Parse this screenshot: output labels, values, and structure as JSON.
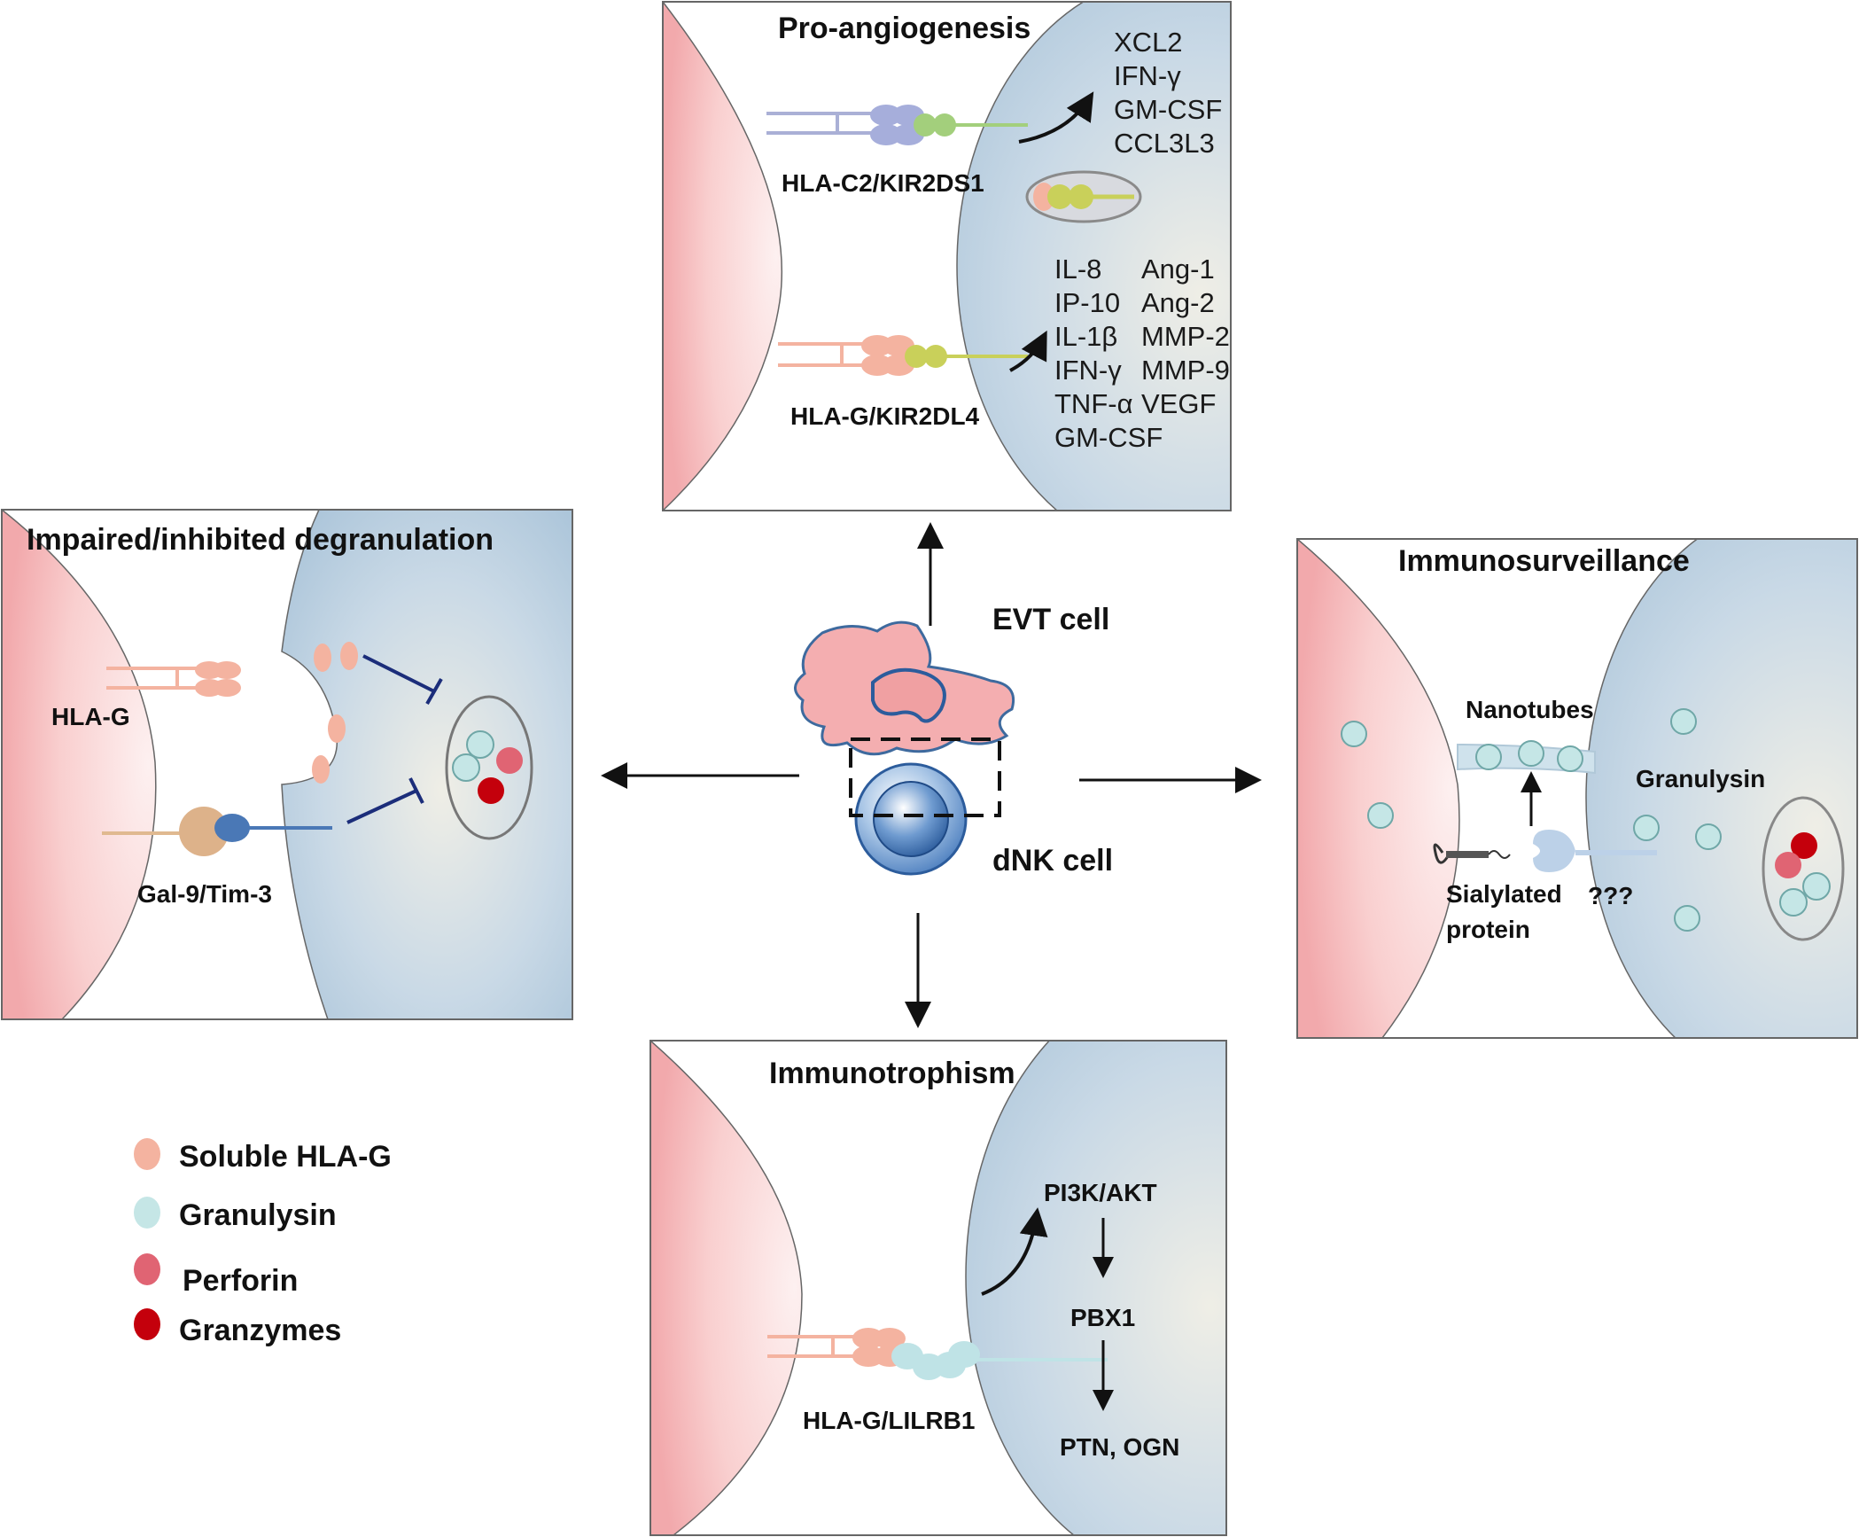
{
  "center": {
    "evt_label": "EVT cell",
    "dnk_label": "dNK cell"
  },
  "panels": {
    "angiogenesis": {
      "title": "Pro-angiogenesis",
      "receptor1_label": "HLA-C2/KIR2DS1",
      "receptor1_products": [
        "XCL2",
        "IFN-γ",
        "GM-CSF",
        "CCL3L3"
      ],
      "receptor2_label": "HLA-G/KIR2DL4",
      "receptor2_products_col1": [
        "IL-8",
        "IP-10",
        "IL-1β",
        "IFN-γ",
        "TNF-α",
        "GM-CSF"
      ],
      "receptor2_products_col2": [
        "Ang-1",
        "Ang-2",
        "MMP-2",
        "MMP-9",
        "VEGF"
      ]
    },
    "degranulation": {
      "title": "Impaired/inhibited degranulation",
      "label_hlag": "HLA-G",
      "label_gal9": "Gal-9/Tim-3"
    },
    "immunosurveillance": {
      "title": "Immunosurveillance",
      "label_nanotubes": "Nanotubes",
      "label_granulysin": "Granulysin",
      "label_sialylated_line1": "Sialylated",
      "label_sialylated_line2": "protein",
      "label_unknown": "???"
    },
    "immunotrophism": {
      "title": "Immunotrophism",
      "receptor_label": "HLA-G/LILRB1",
      "pathway": [
        "PI3K/AKT",
        "PBX1",
        "PTN, OGN"
      ]
    }
  },
  "legend": {
    "items": [
      {
        "label": "Soluble HLA-G",
        "color": "#f4b3a0"
      },
      {
        "label": "Granulysin",
        "color": "#c5e6e6"
      },
      {
        "label": "Perforin",
        "color": "#e06473"
      },
      {
        "label": "Granzymes",
        "color": "#c4000c"
      }
    ]
  }
}
